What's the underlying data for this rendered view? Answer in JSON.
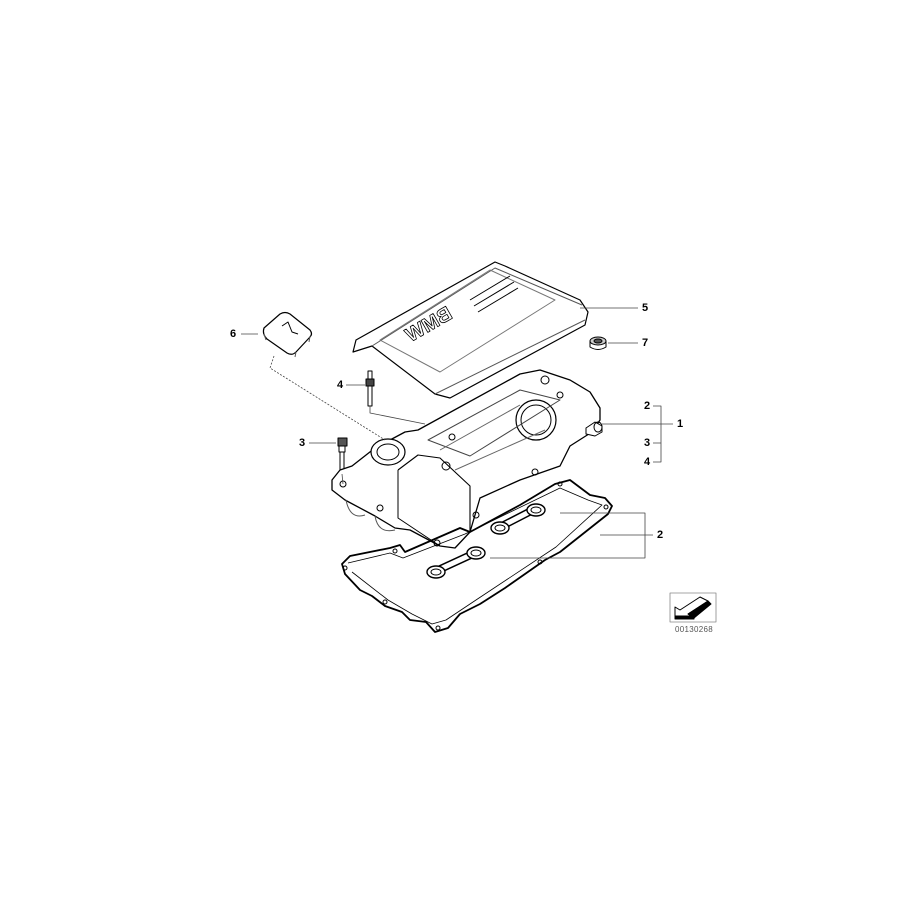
{
  "diagram": {
    "callouts": [
      {
        "id": "label-1",
        "text": "1"
      },
      {
        "id": "label-2-upper",
        "text": "2"
      },
      {
        "id": "label-3-right",
        "text": "3"
      },
      {
        "id": "label-4-right",
        "text": "4"
      },
      {
        "id": "label-2-lower",
        "text": "2"
      },
      {
        "id": "label-3-left",
        "text": "3"
      },
      {
        "id": "label-4-left",
        "text": "4"
      },
      {
        "id": "label-5",
        "text": "5"
      },
      {
        "id": "label-6",
        "text": "6"
      },
      {
        "id": "label-7",
        "text": "7"
      }
    ],
    "cover_logo": "BMW",
    "diagram_number": "00130268",
    "line_color": "#000000"
  }
}
